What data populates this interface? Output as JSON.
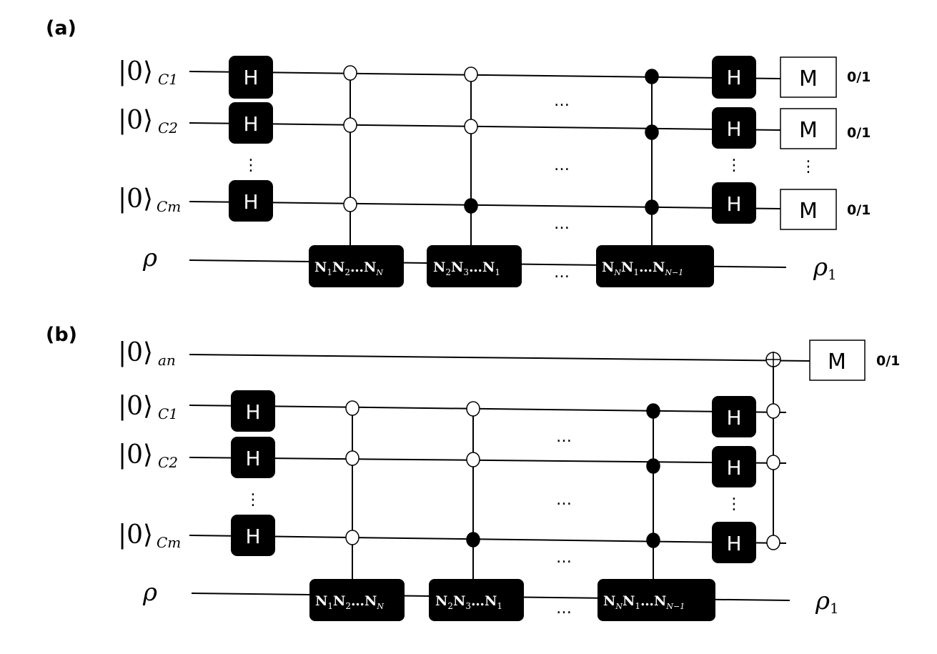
{
  "figure": {
    "panel_a_label": "(a)",
    "panel_b_label": "(b)",
    "ket_symbol": "|0⟩",
    "ket_c1_sub": "C1",
    "ket_c2_sub": "C2",
    "ket_cm_sub": "Cm",
    "ket_an_sub": "an",
    "rho_in": "ρ",
    "rho_out": "ρ",
    "rho_out_sub": "1",
    "hadamard_label": "H",
    "measure_label": "M",
    "measure_outcome": "0/1",
    "horizontal_ellipsis": "…",
    "vertical_ellipsis": "⋮",
    "operator_1": {
      "n1": "N",
      "s1": "1",
      "n2": "N",
      "s2": "2",
      "mid": "…",
      "n3": "N",
      "s3": "N"
    },
    "operator_2": {
      "n1": "N",
      "s1": "2",
      "n2": "N",
      "s2": "3",
      "mid": "…",
      "n3": "N",
      "s3": "1"
    },
    "operator_3": {
      "n1": "N",
      "s1": "N",
      "n2": "N",
      "s2": "1",
      "mid": "…",
      "n3": "N",
      "s3": "N−1"
    }
  }
}
